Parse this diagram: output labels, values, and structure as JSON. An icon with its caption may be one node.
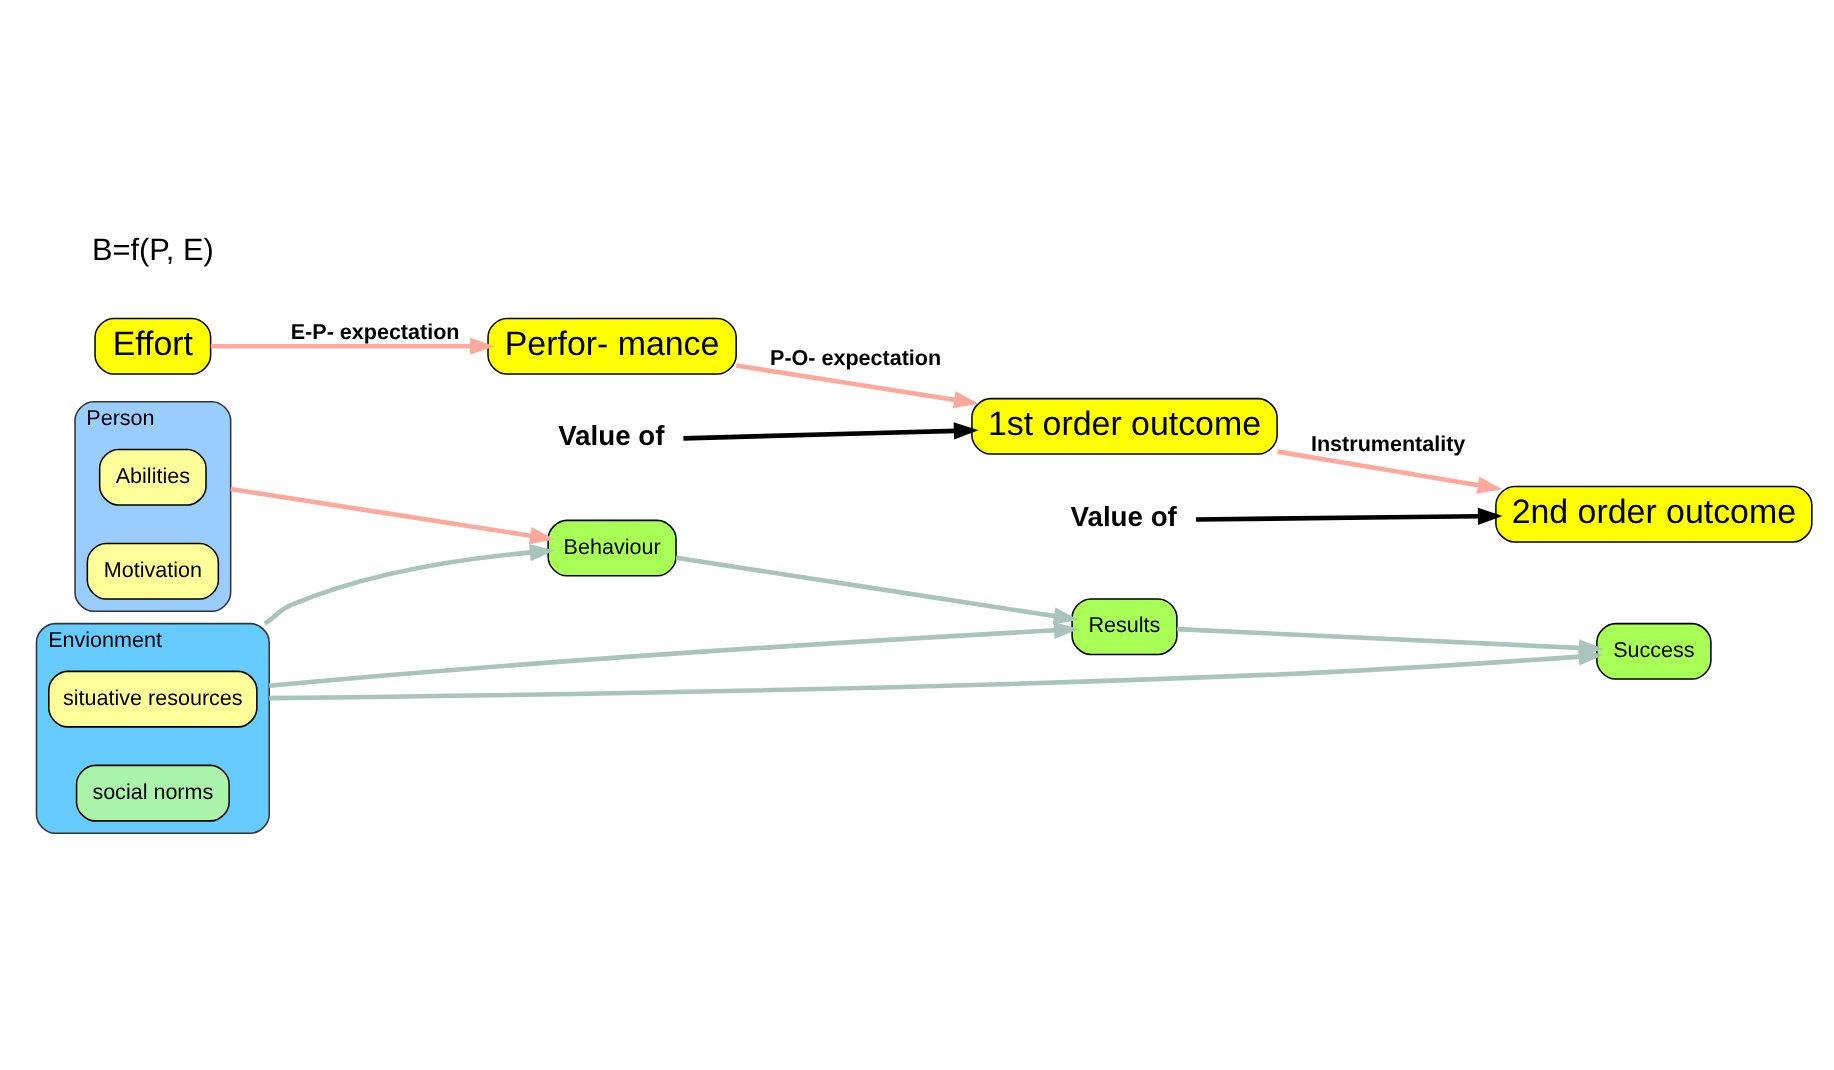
{
  "diagram": {
    "nodes": [
      {
        "text": [
          "Person"
        ]
      },
      {
        "text": [
          "Abilities"
        ],
        "in": 0
      },
      {
        "text": [
          "Motivation"
        ],
        "in": 0
      },
      {
        "text": [
          "Envionment"
        ]
      },
      {
        "text": [
          "situative resources"
        ],
        "in": 3
      },
      {
        "text": [
          "social norms"
        ],
        "in": 3
      },
      {
        "text": [
          "Behaviour"
        ]
      },
      {
        "text": [
          "Results"
        ]
      },
      {
        "text": [
          "Success"
        ]
      },
      {
        "text": [
          "Effort"
        ]
      },
      {
        "text": [
          "Perfor- mance"
        ]
      },
      {
        "text": [
          "1st order outcome"
        ]
      },
      {
        "text": [
          "2nd order outcome"
        ]
      },
      {
        "text": [
          "Value of"
        ]
      },
      {
        "text": [
          "Value of"
        ]
      }
    ],
    "edges": [
      {
        "from": 0,
        "to": 6,
        "arrow": "to",
        "color": "#ffa89c"
      },
      {
        "from": 3,
        "to": 6,
        "arrow": "to"
      },
      {
        "from": 3,
        "to": 7,
        "arrow": "to"
      },
      {
        "from": 3,
        "to": 8,
        "arrow": "to"
      },
      {
        "from": 6,
        "to": 7,
        "arrow": "to"
      },
      {
        "from": 7,
        "to": 8,
        "arrow": "to"
      },
      {
        "from": 9,
        "to": 10,
        "label": "E-P- expectation",
        "arrow": "to",
        "color": "#ffa89c"
      },
      {
        "from": 10,
        "to": 11,
        "label": "P-O- expectation",
        "arrow": "to",
        "color": "#ffa89c"
      },
      {
        "from": 11,
        "to": 12,
        "label": "Instrumentality",
        "arrow": "to",
        "color": "#ffa89c"
      },
      {
        "from": 13,
        "to": 11,
        "arrow": "to",
        "color": "#000000"
      },
      {
        "from": 14,
        "to": 12,
        "arrow": "to",
        "color": "#000000"
      }
    ],
    "labels": [
      "B=f(P, E)"
    ]
  }
}
